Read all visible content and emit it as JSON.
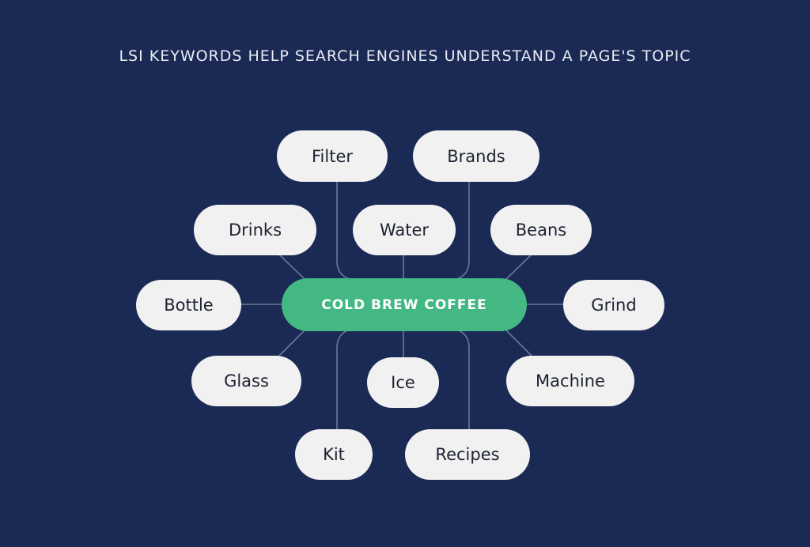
{
  "title": "LSI KEYWORDS HELP SEARCH ENGINES UNDERSTAND A PAGE'S TOPIC",
  "center": {
    "label": "COLD BREW COFFEE",
    "color": "#43b883"
  },
  "colors": {
    "background": "#1b2a55",
    "node_fill": "#f1f1f2",
    "connector": "#6b7796"
  },
  "keywords": [
    {
      "id": "filter",
      "label": "Filter"
    },
    {
      "id": "brands",
      "label": "Brands"
    },
    {
      "id": "drinks",
      "label": "Drinks"
    },
    {
      "id": "water",
      "label": "Water"
    },
    {
      "id": "beans",
      "label": "Beans"
    },
    {
      "id": "bottle",
      "label": "Bottle"
    },
    {
      "id": "grind",
      "label": "Grind"
    },
    {
      "id": "glass",
      "label": "Glass"
    },
    {
      "id": "ice",
      "label": "Ice"
    },
    {
      "id": "machine",
      "label": "Machine"
    },
    {
      "id": "kit",
      "label": "Kit"
    },
    {
      "id": "recipes",
      "label": "Recipes"
    }
  ]
}
